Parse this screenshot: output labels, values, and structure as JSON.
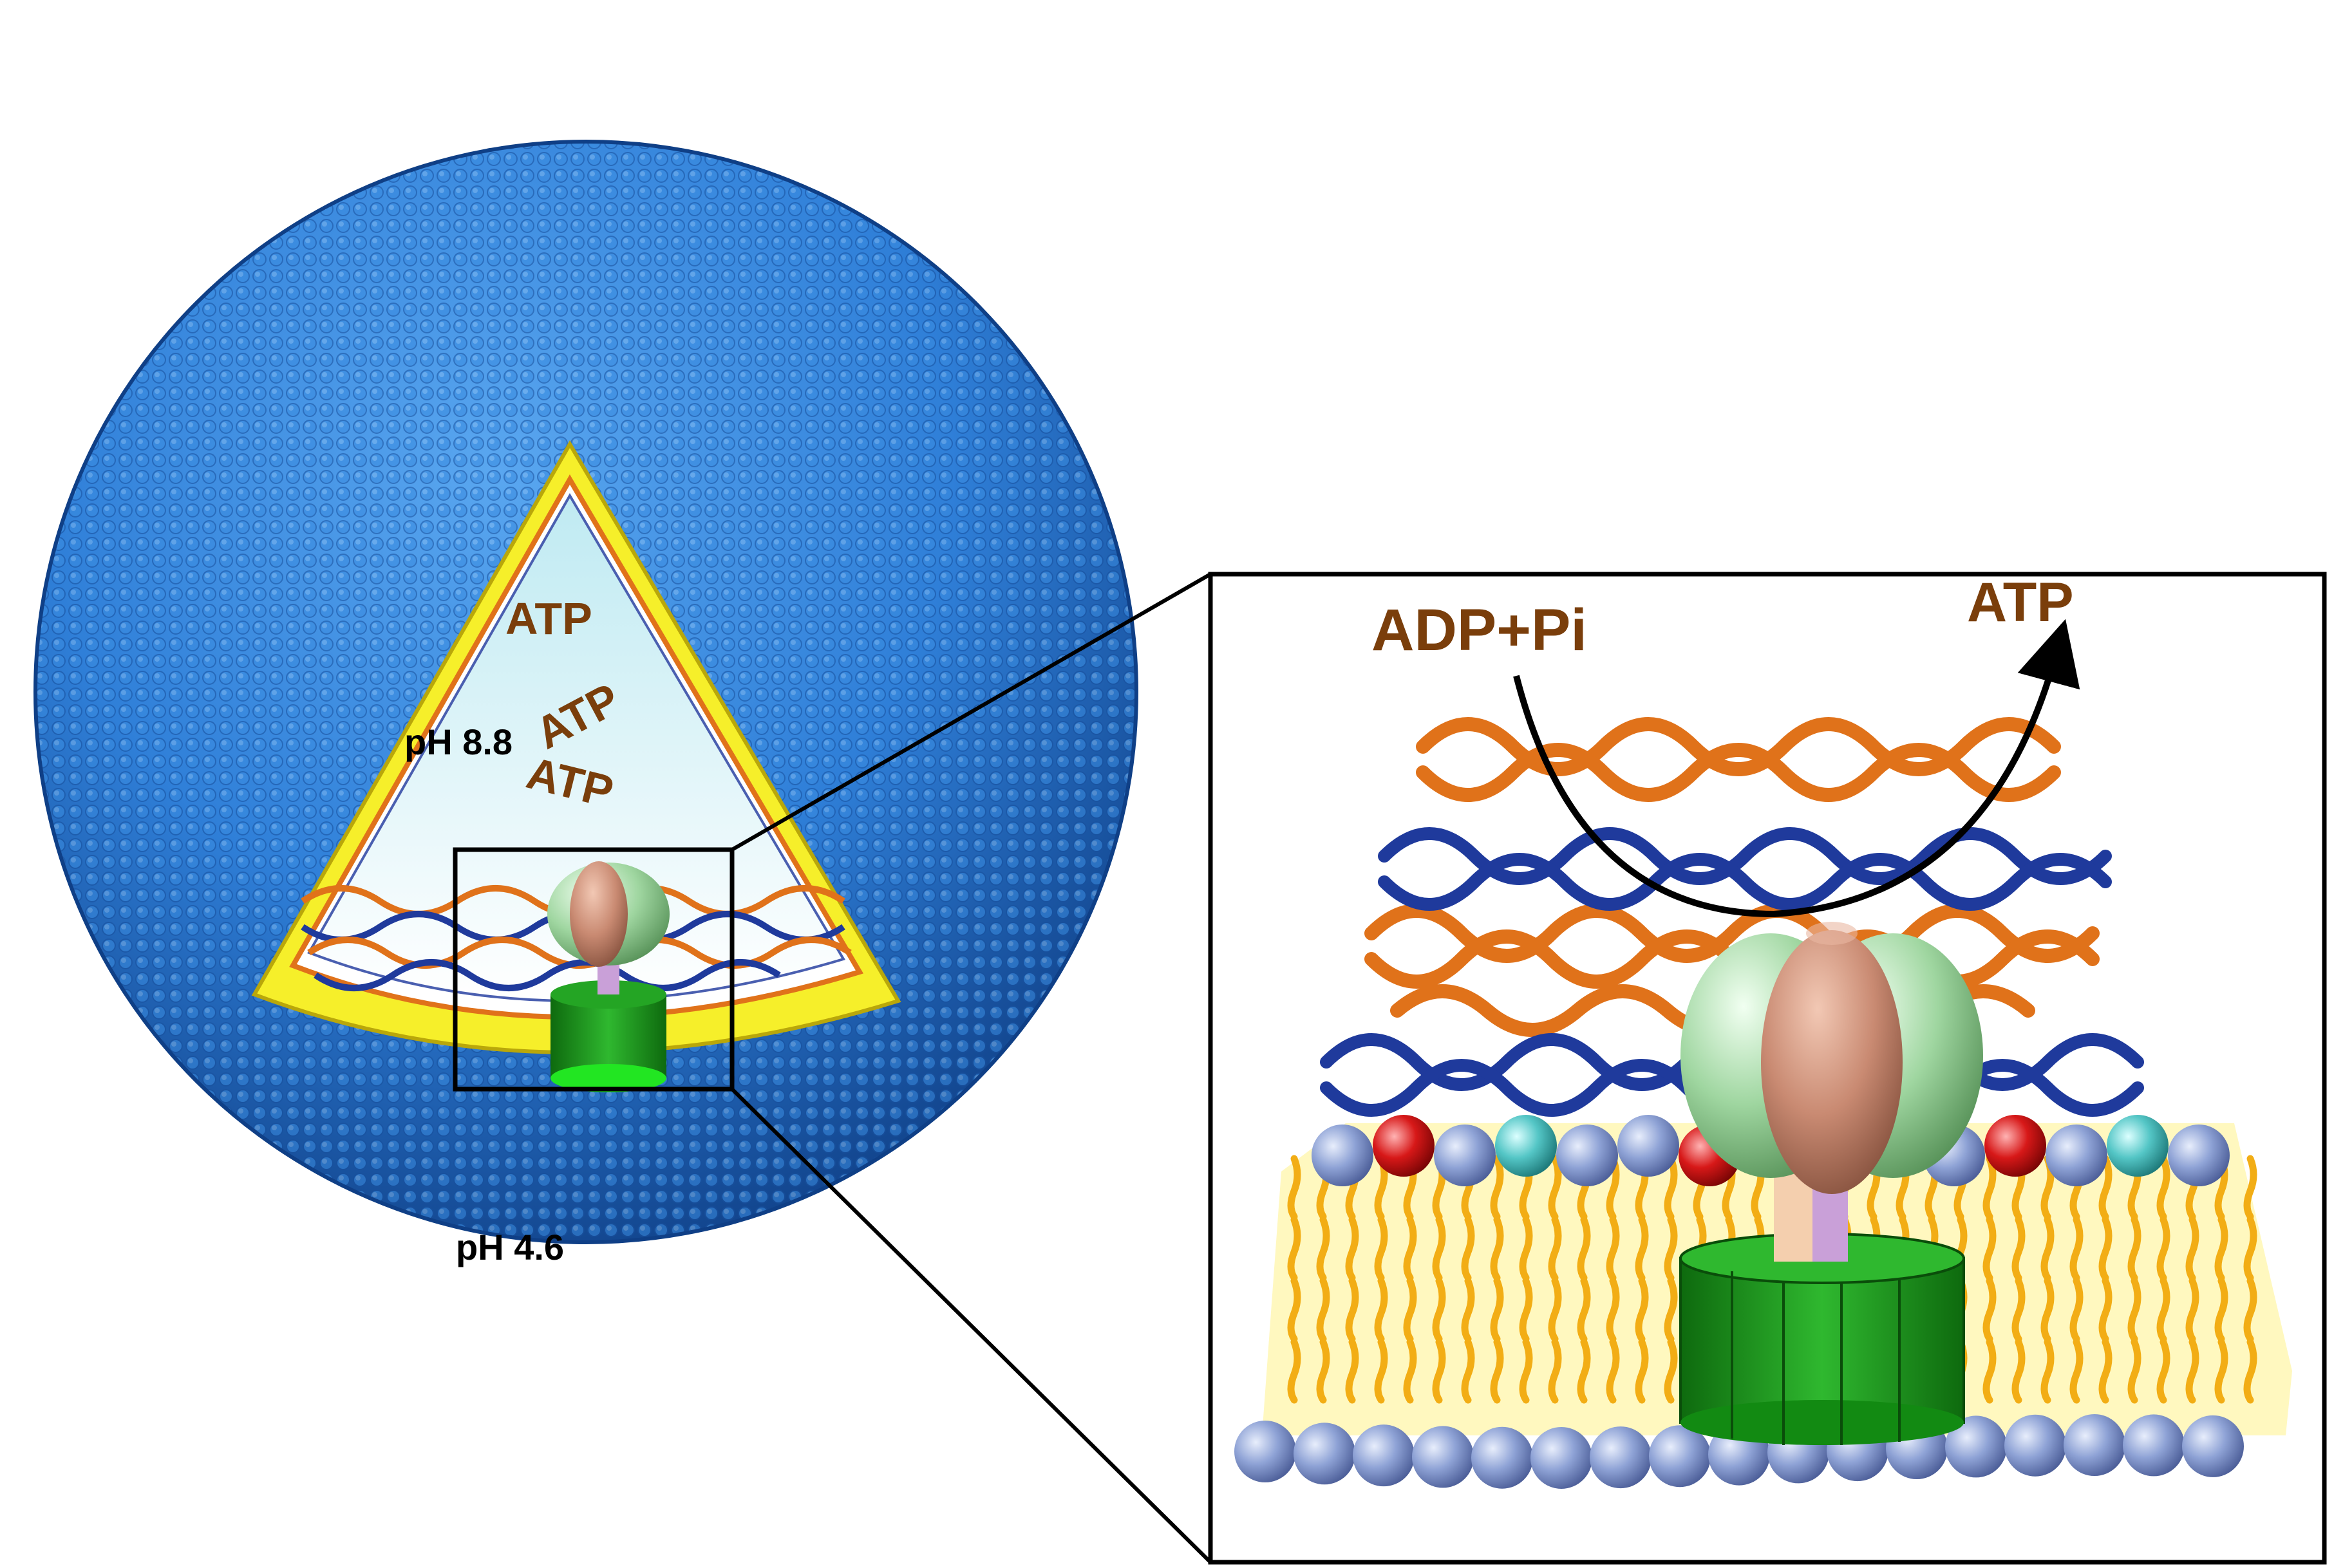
{
  "labels": {
    "atp_top": "ATP",
    "atp_mid": "ATP",
    "atp_low": "ATP",
    "ph_inside": "pH 8.8",
    "ph_outside": "pH 4.6",
    "reaction_substrate": "ADP+Pi",
    "reaction_product": "ATP"
  },
  "colors": {
    "sphere_blue": "#2f7fd8",
    "sphere_dark": "#0f3f86",
    "lipid_yellow": "#f6ef2a",
    "tail_orange": "#f2ad15",
    "filament_orange": "#e0721a",
    "filament_blue": "#1f3a9c",
    "headgroup_blue": "#8fa3d6",
    "headgroup_red": "#d71818",
    "headgroup_cyan": "#54c6c6",
    "rotor_green": "#1f9a1f",
    "label_brown": "#7a3e0b",
    "label_black": "#000000"
  }
}
